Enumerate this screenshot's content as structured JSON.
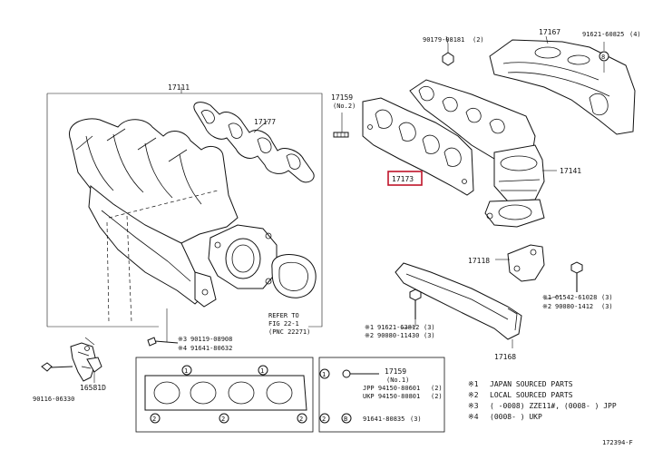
{
  "parts": {
    "p17111": "17111",
    "p17177": "17177",
    "p17159a": "17159",
    "p17159a_sub": "(No.2)",
    "p17173": "17173",
    "p90179": "90179-08181",
    "p90179_mark": "(2)",
    "p17167": "17167",
    "p91621": "91621-60825",
    "p91621_mark": "(4)",
    "p17141": "17141",
    "p17118": "17118",
    "p61542_ref": "※1",
    "p61542": "61542-61028",
    "p61542_mark": "(3)",
    "p90080b_ref": "※2",
    "p90080b": "90080-1412",
    "p90080b_mark": "(3)",
    "p17168": "17168",
    "p91621b_ref": "※1",
    "p91621b": "91621-63812",
    "p91621b_mark": "(3)",
    "p90080a_ref": "※2",
    "p90080a": "90080-11430",
    "p90080a_mark": "(3)",
    "p90119_ref": "※3",
    "p90119": "90119-08908",
    "p91641a_ref": "※4",
    "p91641a": "91641-80632",
    "p16581D": "16581D",
    "p90116": "90116-06330",
    "p17159b": "17159",
    "p17159b_sub": "(No.1)",
    "p_jpp": "JPP 94150-80601",
    "p_jpp_mark": "(2)",
    "p_ukp": "UKP 94150-80801",
    "p_ukp_mark": "(2)",
    "p91641b": "91641-80835",
    "p91641b_mark": "(3)",
    "refer_line1": "REFER TO",
    "refer_line2": "FIG 22-1",
    "refer_line3": "(PNC 22271)"
  },
  "markers": {
    "circle1": "1",
    "circle2": "2",
    "circle_b": "B"
  },
  "notes": [
    {
      "ref": "※1",
      "text": "JAPAN SOURCED PARTS"
    },
    {
      "ref": "※2",
      "text": "LOCAL SOURCED PARTS"
    },
    {
      "ref": "※3",
      "text": "(    -0008) ZZE11#,  (0008-      ) JPP"
    },
    {
      "ref": "※4",
      "text": "(0008-      ) UKP"
    }
  ],
  "figure_id": "172394-F",
  "colors": {
    "highlight": "#c0142a",
    "ink": "#111111"
  }
}
